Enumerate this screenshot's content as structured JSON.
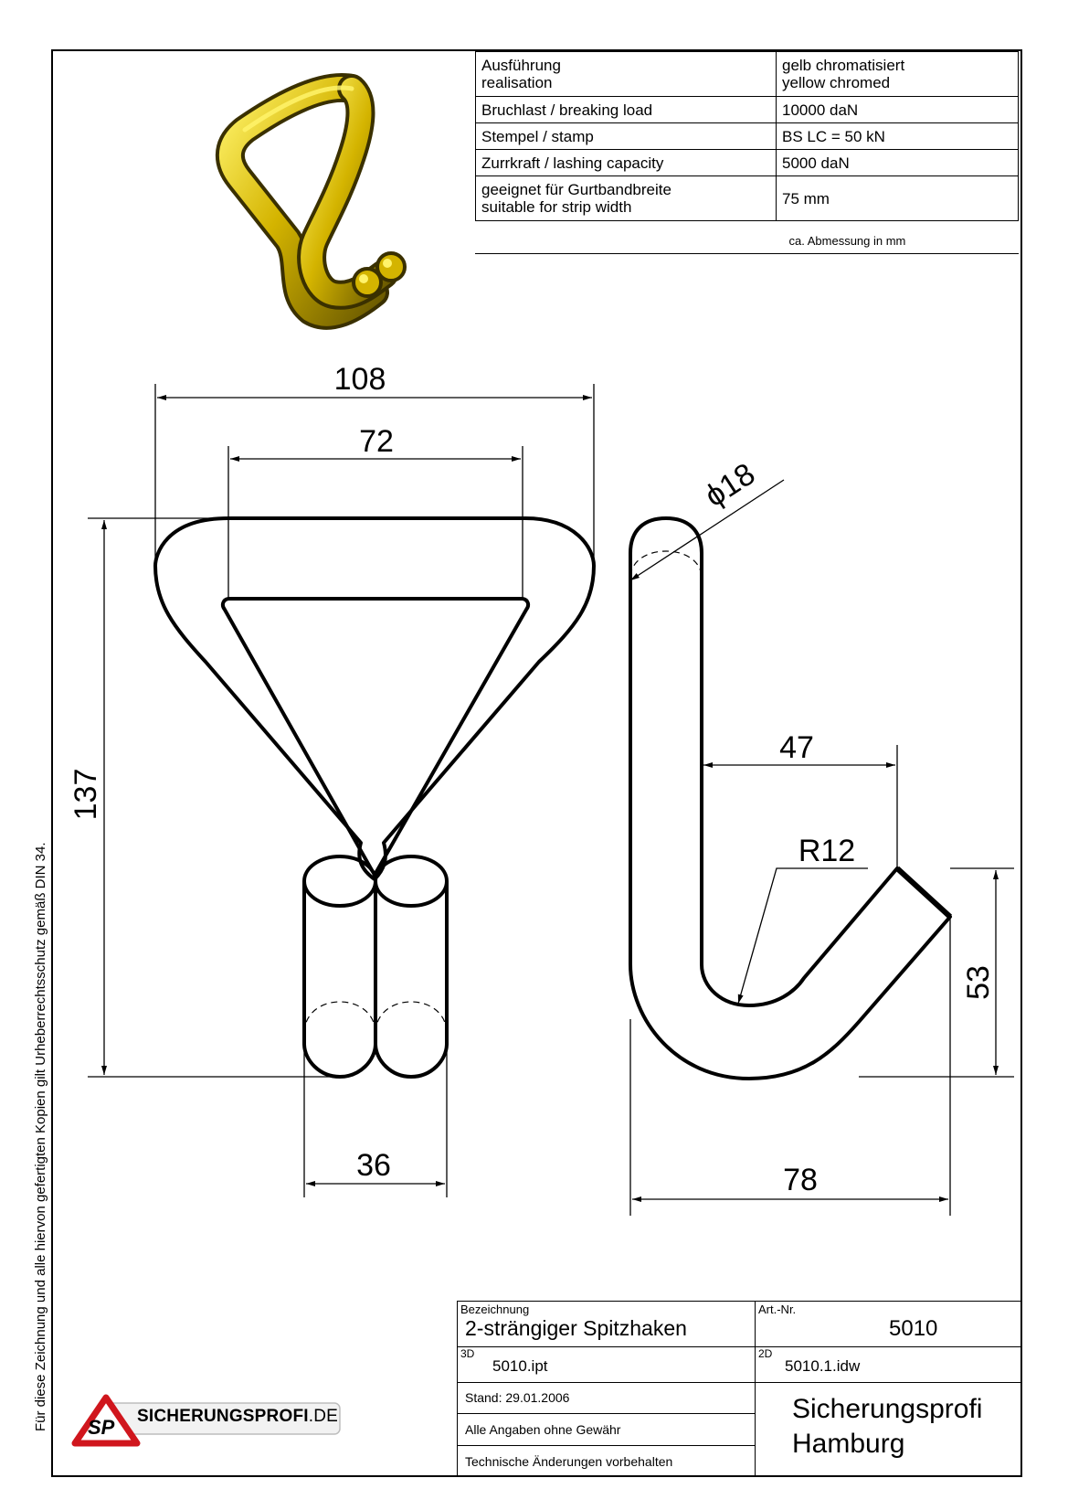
{
  "side_note": "Für diese Zeichnung und alle hiervon gefertigten Kopien gilt Urheberrechtsschutz gemäß DIN 34.",
  "specs": [
    {
      "label": "Ausführung\nrealisation",
      "value": "gelb chromatisiert\nyellow chromed"
    },
    {
      "label": "Bruchlast / breaking load",
      "value": "10000 daN"
    },
    {
      "label": "Stempel / stamp",
      "value": "BS LC = 50 kN"
    },
    {
      "label": "Zurrkraft / lashing capacity",
      "value": "5000 daN"
    },
    {
      "label": "geeignet für Gurtbandbreite\nsuitable for strip width",
      "value": "75 mm"
    }
  ],
  "spec_note": "ca. Abmessung in mm",
  "dimensions": {
    "overall_width": "108",
    "inner_width": "72",
    "height": "137",
    "base_width": "36",
    "diameter": "ϕ18",
    "hook_opening": "47",
    "radius": "R12",
    "hook_height": "53",
    "side_width": "78"
  },
  "title_block": {
    "designation_label": "Bezeichnung",
    "designation": "2-strängiger Spitzhaken",
    "art_nr_label": "Art.-Nr.",
    "art_nr": "5010",
    "label_3d": "3D",
    "file_3d": "5010.ipt",
    "label_2d": "2D",
    "file_2d": "5010.1.idw",
    "date": "Stand: 29.01.2006",
    "disclaimer": "Alle Angaben ohne Gewähr",
    "changes": "Technische Änderungen vorbehalten",
    "company_line1": "Sicherungsprofi",
    "company_line2": "Hamburg"
  },
  "logo": {
    "badge": "SP",
    "name": "SICHERUNGSPROFI",
    "tld": ".DE"
  },
  "colors": {
    "hook_gold": "#d4b400",
    "hook_highlight": "#fff36a",
    "hook_shadow": "#6b5a00",
    "logo_red": "#d0161d"
  }
}
